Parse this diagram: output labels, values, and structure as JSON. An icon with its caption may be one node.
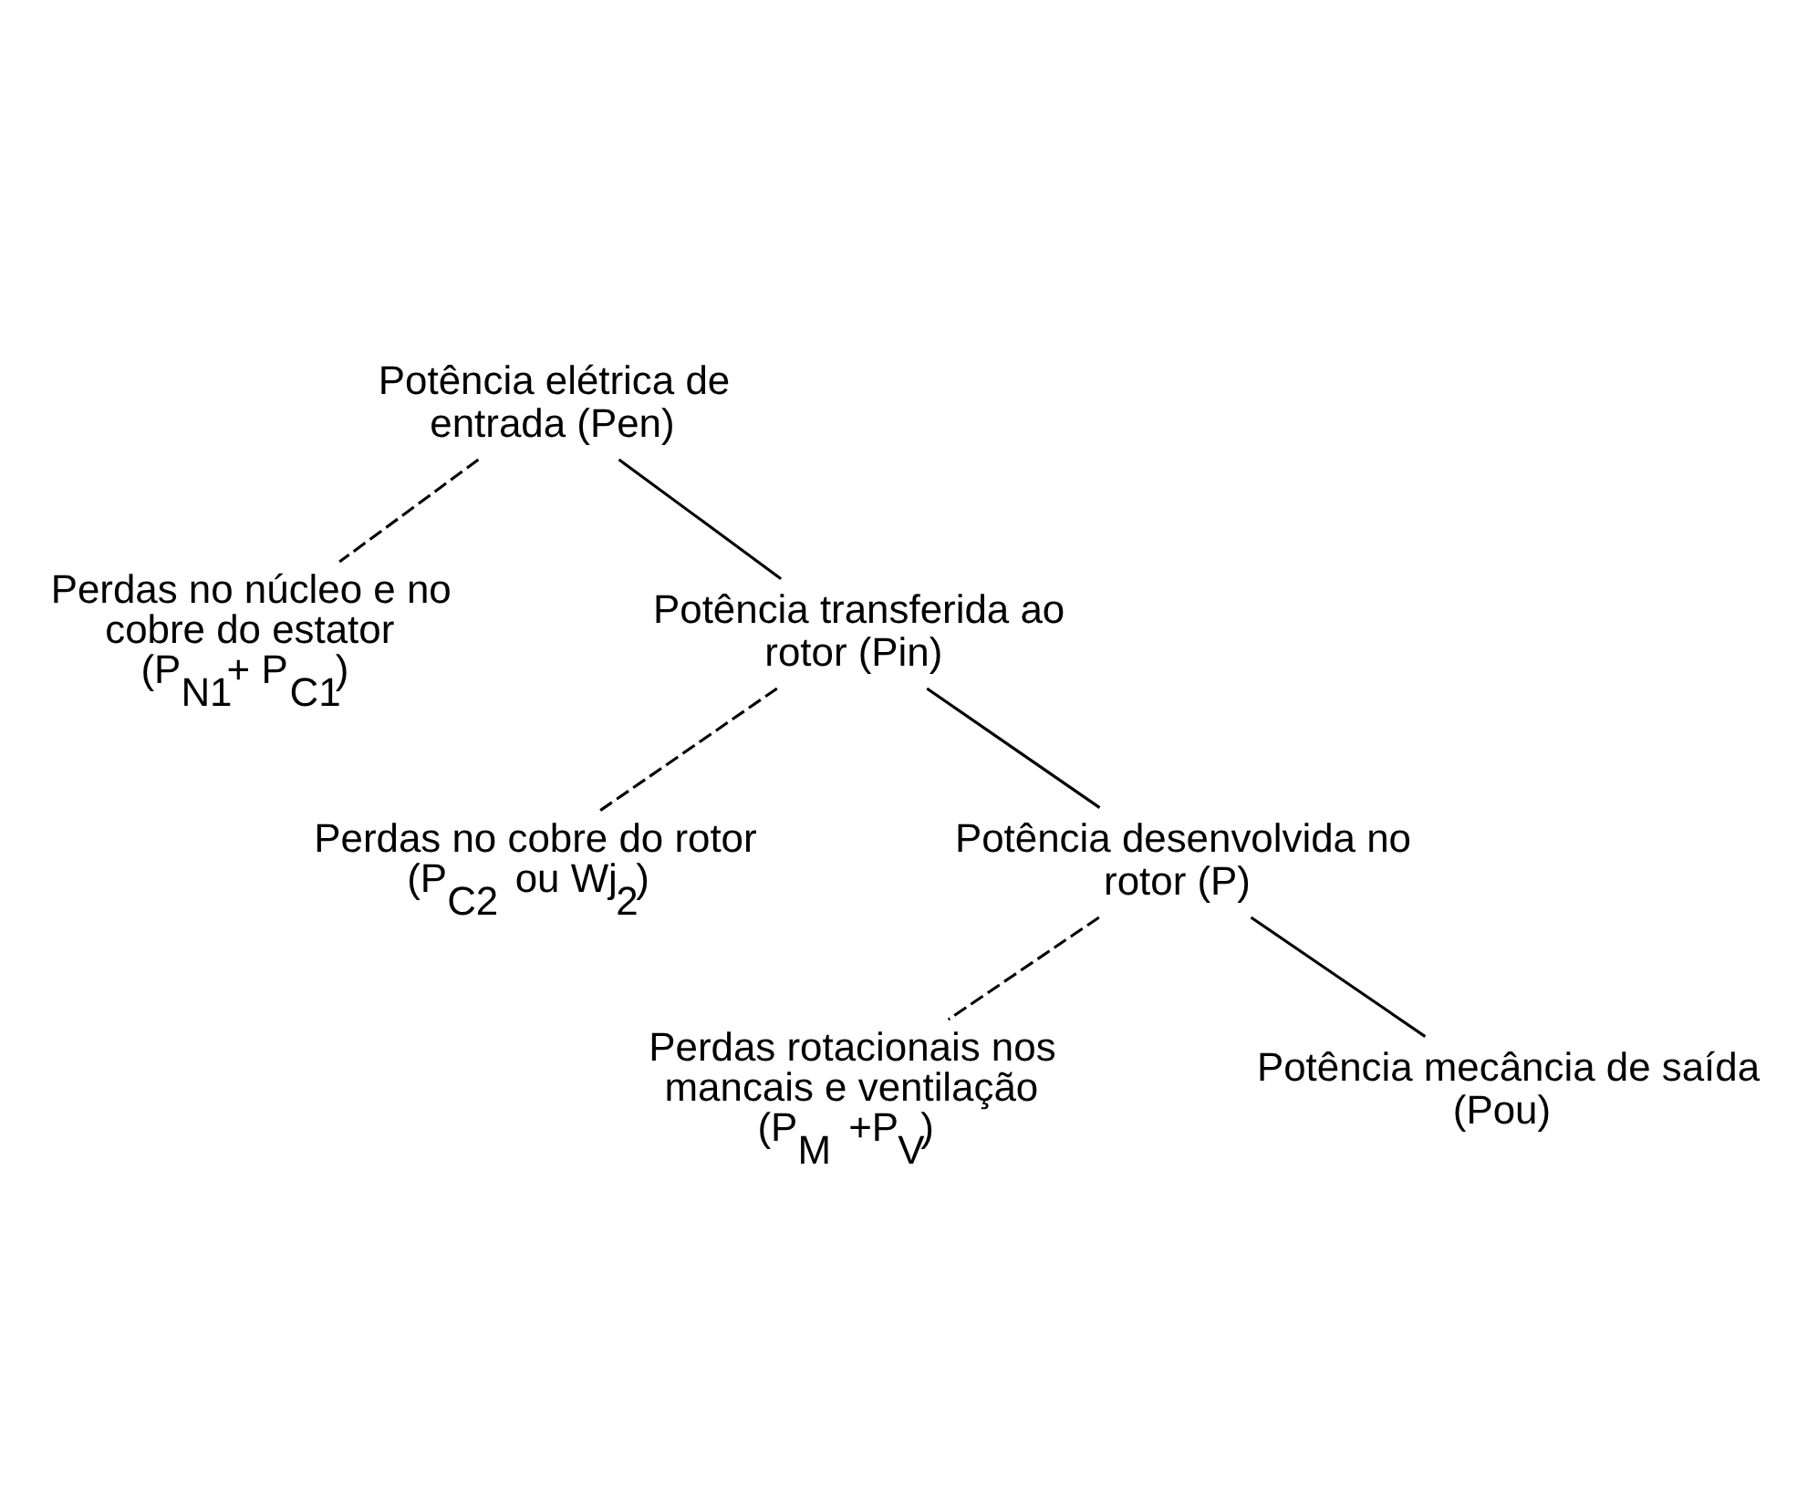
{
  "diagram": {
    "nodes": [
      {
        "text": [
          "Potência elétrica de entrada (Pen)"
        ]
      },
      {
        "text": [
          "Perdas no núcleo e no cobre do estator (P$_{N1}$+ P$_{C1}$)"
        ]
      },
      {
        "text": [
          "Potência transferida ao rotor (Pin)"
        ]
      },
      {
        "text": [
          "Perdas no cobre do rotor (P$_{C2}$ ou Wj$_{2}$)"
        ]
      },
      {
        "text": [
          "Potência desenvolvida no rotor (P)"
        ]
      },
      {
        "text": [
          "Perdas rotacionais nos mancais e ventilação (P$_{M}$ +P$_{V}$)"
        ]
      },
      {
        "text": [
          "Potência mecância de saída (Pou)"
        ]
      }
    ],
    "edges": [
      {
        "from": 0,
        "to": 1,
        "arrow": "none",
        "style": "dashed"
      },
      {
        "from": 0,
        "to": 2,
        "arrow": "none"
      },
      {
        "from": 2,
        "to": 3,
        "arrow": "none",
        "style": "dashed"
      },
      {
        "from": 2,
        "to": 4,
        "arrow": "none"
      },
      {
        "from": 4,
        "to": 5,
        "arrow": "none",
        "style": "dashed"
      },
      {
        "from": 4,
        "to": 6,
        "arrow": "none"
      }
    ]
  }
}
